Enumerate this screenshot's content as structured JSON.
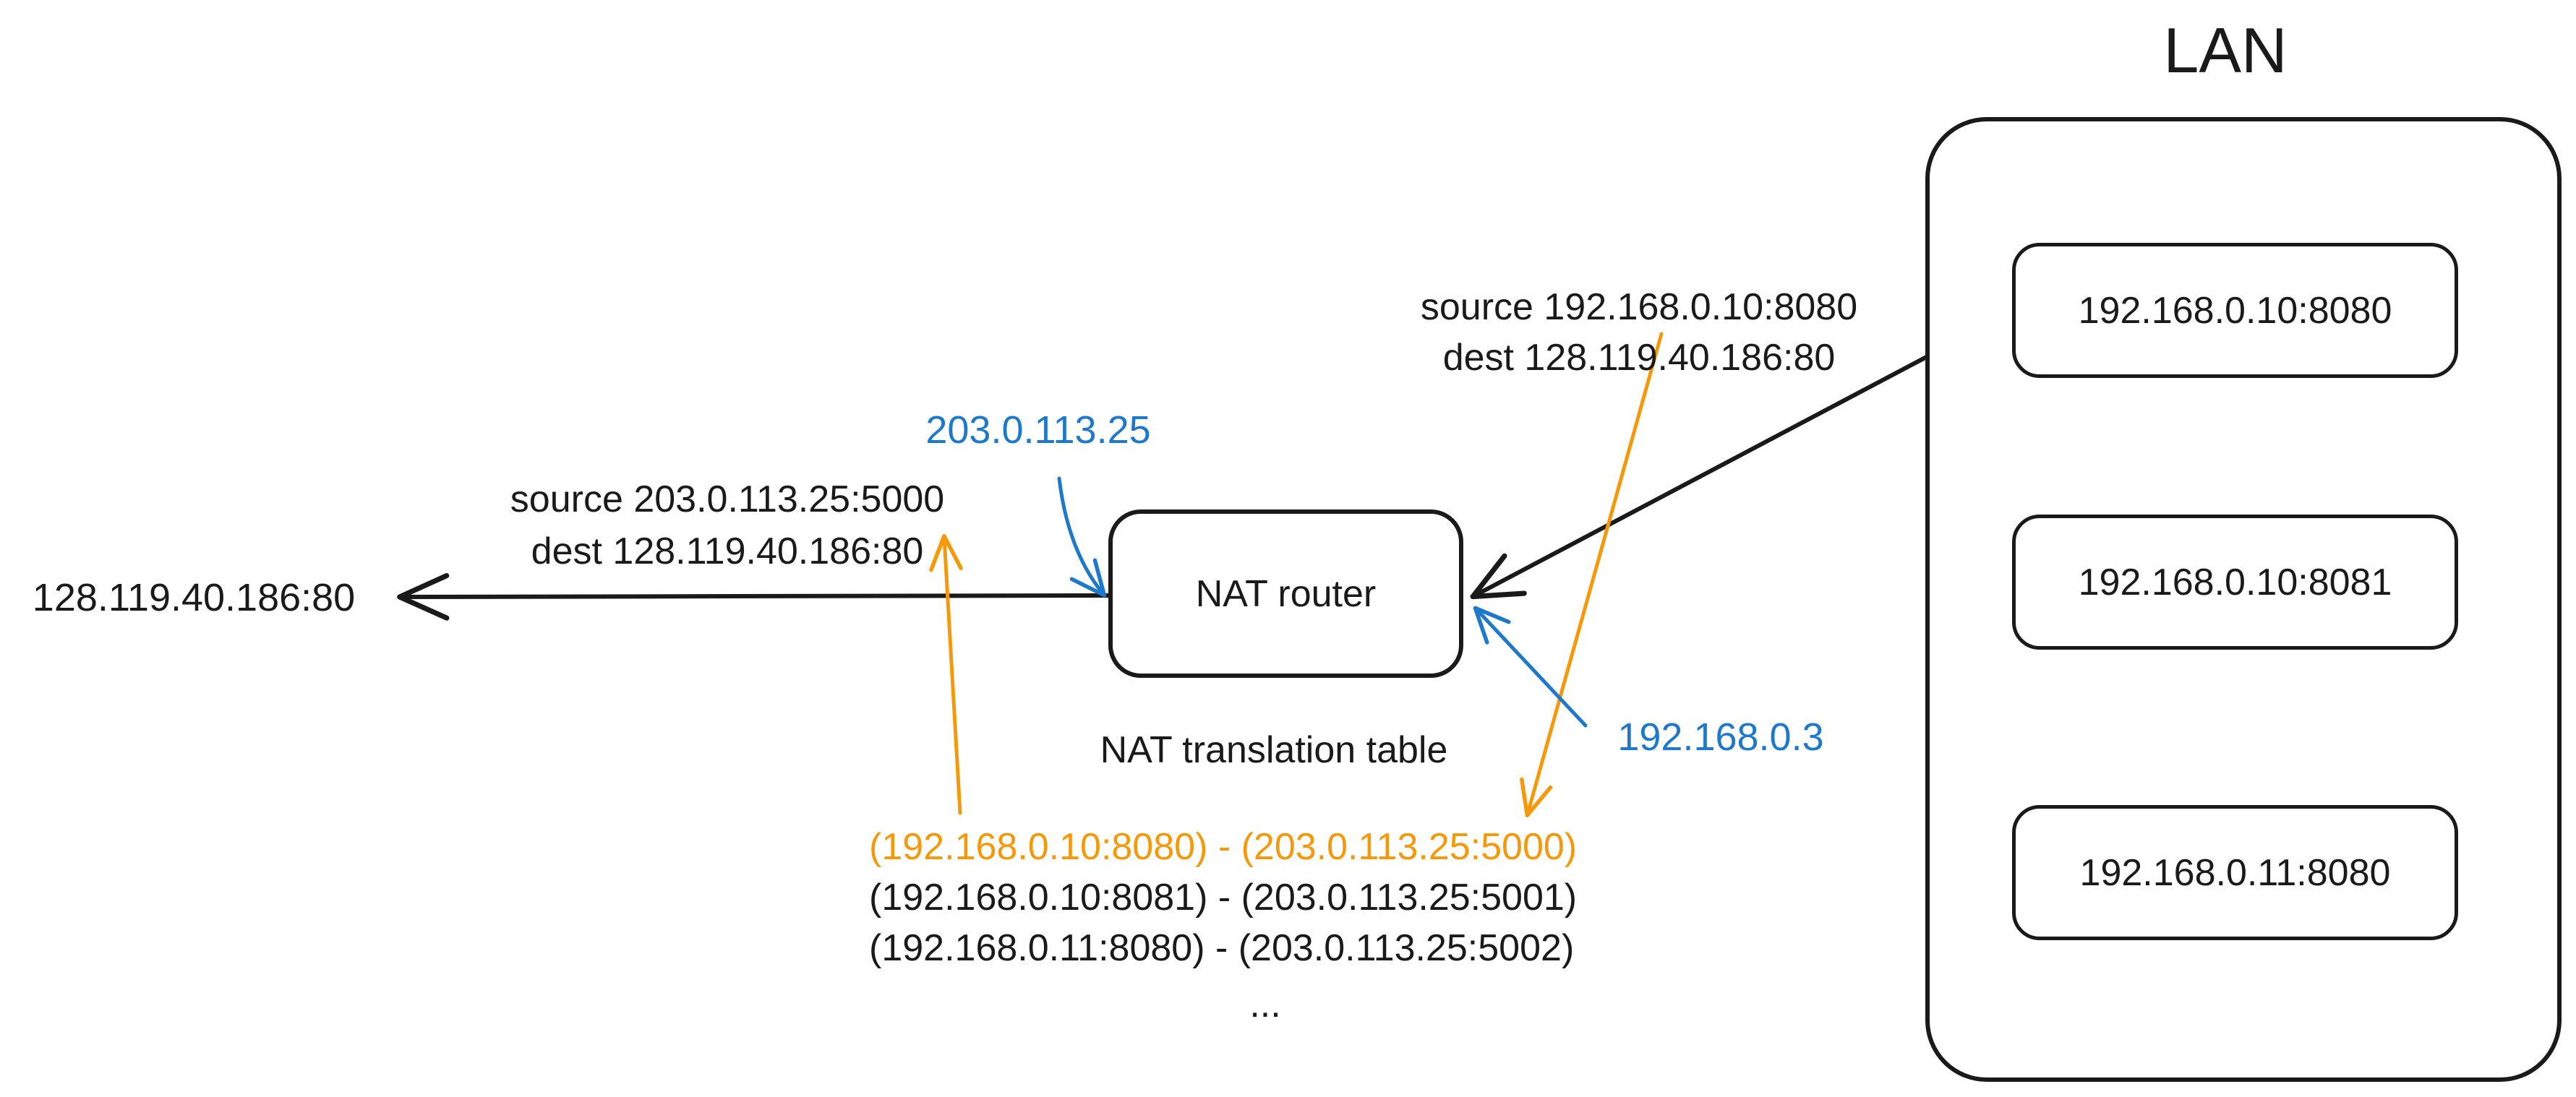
{
  "diagram": {
    "title_hint": "NAT network diagram",
    "colors": {
      "stroke_black": "#1A1A1A",
      "accent_blue": "#1E78CC",
      "accent_orange": "#F5990B"
    },
    "internet_host": {
      "address": "128.119.40.186:80"
    },
    "outbound_packet": {
      "line1": "source 203.0.113.25:5000",
      "line2": "dest 128.119.40.186:80"
    },
    "inbound_packet": {
      "line1": "source 192.168.0.10:8080",
      "line2": "dest 128.119.40.186:80"
    },
    "router": {
      "label": "NAT router",
      "wan_ip": "203.0.113.25",
      "lan_ip": "192.168.0.3"
    },
    "nat_table": {
      "title": "NAT translation table",
      "rows": [
        {
          "text": "(192.168.0.10:8080) - (203.0.113.25:5000)",
          "highlight": true
        },
        {
          "text": "(192.168.0.10:8081) - (203.0.113.25:5001)",
          "highlight": false
        },
        {
          "text": "(192.168.0.11:8080) - (203.0.113.25:5002)",
          "highlight": false
        }
      ],
      "ellipsis": "..."
    },
    "lan": {
      "title": "LAN",
      "hosts": [
        {
          "address": "192.168.0.10:8080"
        },
        {
          "address": "192.168.0.10:8081"
        },
        {
          "address": "192.168.0.11:8080"
        }
      ]
    }
  }
}
